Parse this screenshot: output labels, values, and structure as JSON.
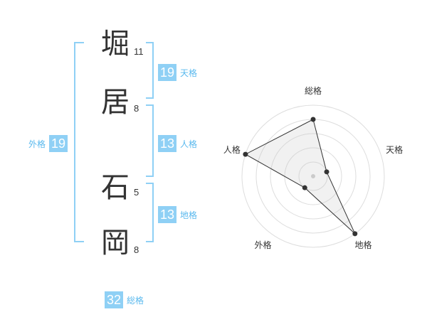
{
  "name": {
    "chars": [
      {
        "char": "堀",
        "strokes": "11"
      },
      {
        "char": "居",
        "strokes": "8"
      },
      {
        "char": "石",
        "strokes": "5"
      },
      {
        "char": "岡",
        "strokes": "8"
      }
    ]
  },
  "fortunes": {
    "tenkaku": {
      "value": "19",
      "label": "天格"
    },
    "jinkaku": {
      "value": "13",
      "label": "人格"
    },
    "chikaku": {
      "value": "13",
      "label": "地格"
    },
    "gaikaku": {
      "value": "19",
      "label": "外格"
    },
    "soukaku": {
      "value": "32",
      "label": "総格"
    }
  },
  "colors": {
    "accent": "#8fd0f5",
    "accent_text": "#5ab9ee",
    "bracket": "#8fd0f5"
  },
  "chart_data": {
    "type": "radar",
    "axes": [
      "総格",
      "天格",
      "地格",
      "外格",
      "人格"
    ],
    "levels": 5,
    "range": [
      0,
      5
    ],
    "values": [
      4,
      1,
      5,
      1,
      5
    ]
  }
}
